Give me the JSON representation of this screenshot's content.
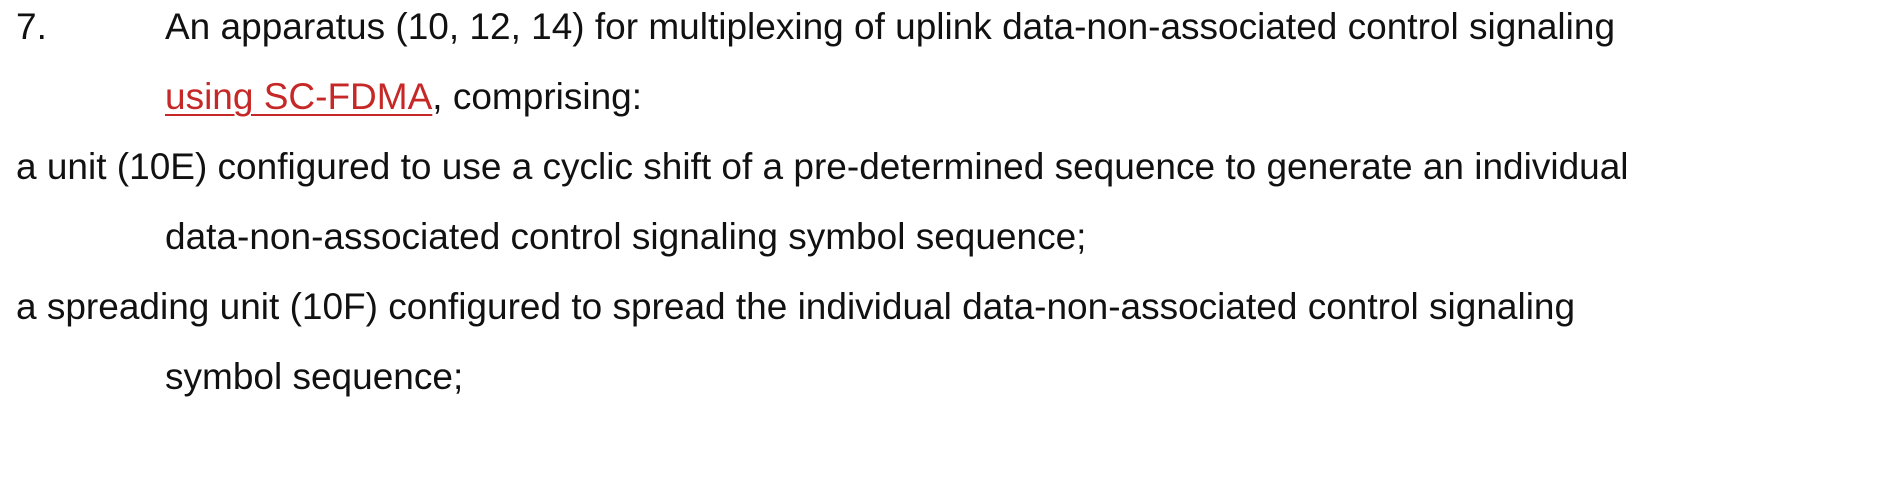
{
  "claim": {
    "number": "7.",
    "preamble_line1": "An apparatus (10, 12, 14) for multiplexing of uplink data-non-associated control signaling",
    "preamble_inserted": "using SC-FDMA",
    "preamble_rest": ", comprising:",
    "element1_line1": "a unit (10E) configured to use a cyclic shift of a pre-determined sequence to generate an individual",
    "element1_line2": "data-non-associated control signaling symbol sequence;",
    "element2_line1": "a spreading unit (10F) configured to spread the individual data-non-associated control signaling",
    "element2_line2": "symbol sequence;"
  },
  "colors": {
    "text": "#111111",
    "inserted_text": "#c62828",
    "background": "#ffffff"
  }
}
